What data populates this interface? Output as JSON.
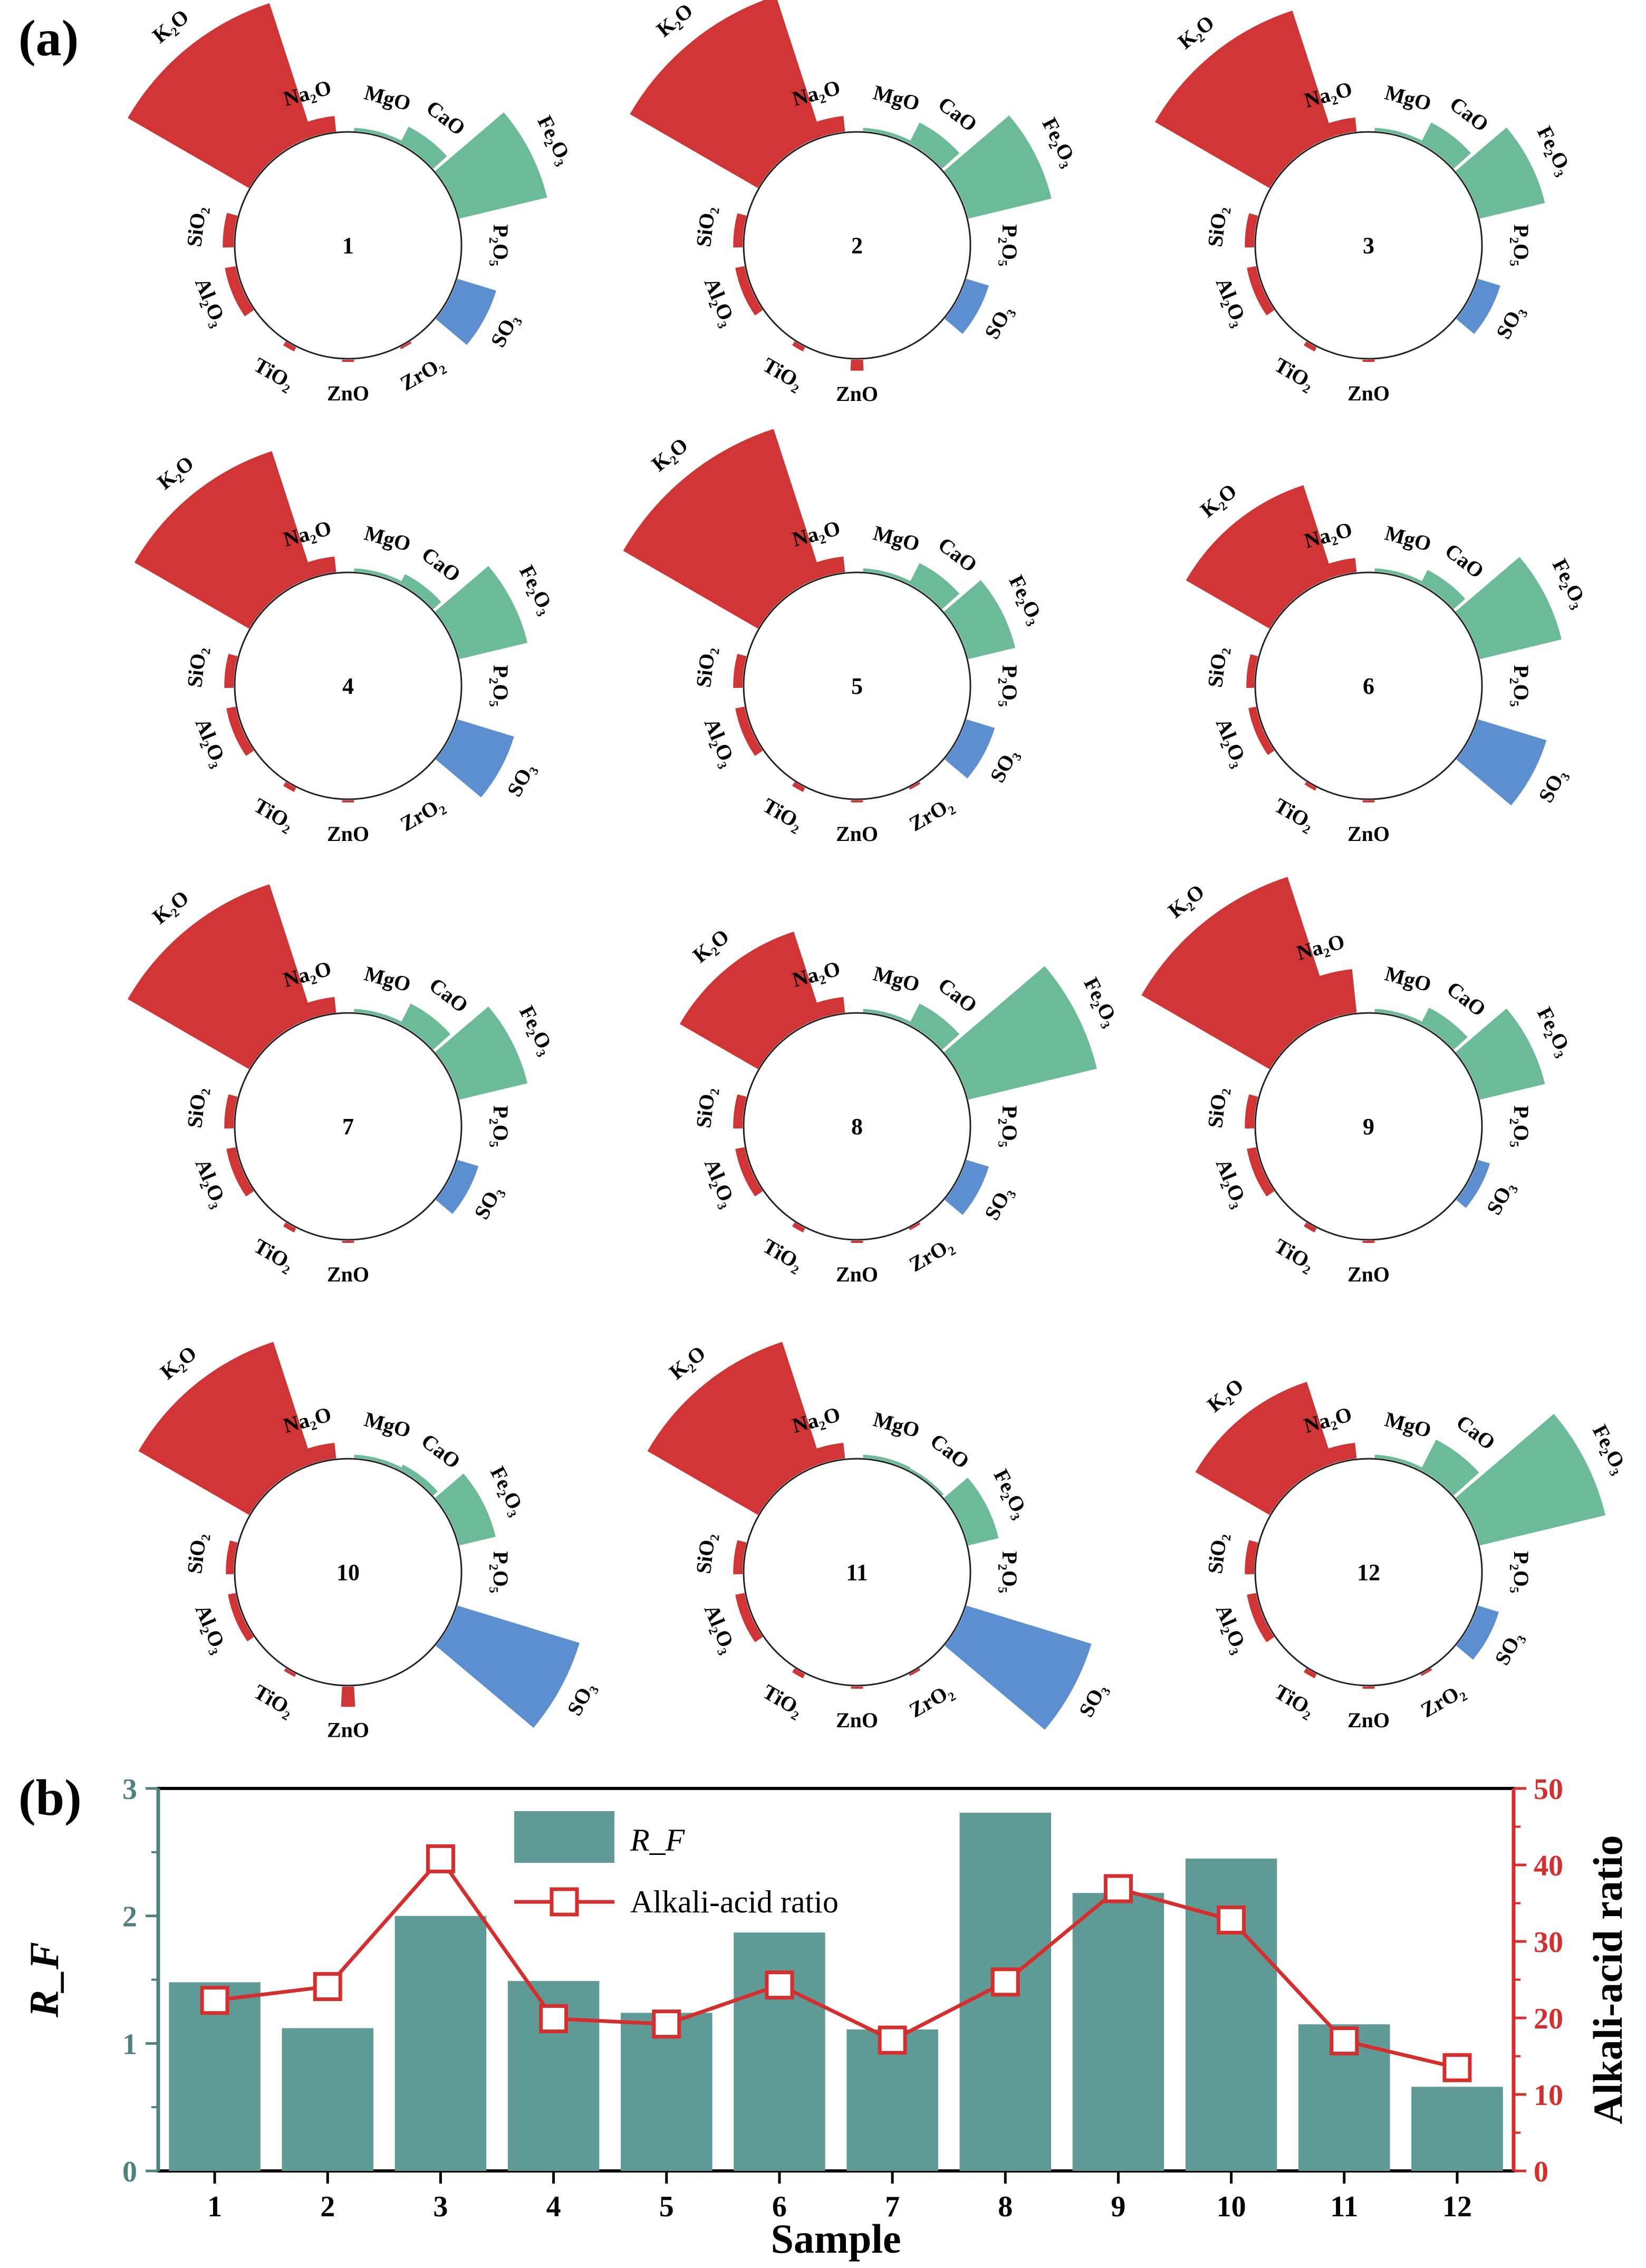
{
  "panel_labels": {
    "a": "(a)",
    "b": "(b)"
  },
  "colors": {
    "alkali": "#d13434",
    "acid_red": "#d13434",
    "green": "#6cbb98",
    "blue": "#5b8fcf",
    "bar": "#5f9a97",
    "line": "#d62d2d",
    "left_axis": "#4f817f",
    "right_axis": "#d62d2d"
  },
  "chart_data": [
    {
      "type": "radial-bar",
      "panel": "a",
      "element_order": [
        "K₂O",
        "Na₂O",
        "MgO",
        "CaO",
        "Fe₂O₃",
        "P₂O₅",
        "SO₃",
        "ZrO₂",
        "ZnO",
        "TiO₂",
        "Al₂O₃",
        "SiO₂"
      ],
      "element_colors": [
        "#d13434",
        "#d13434",
        "#6cbb98",
        "#6cbb98",
        "#6cbb98",
        "#6cbb98",
        "#5b8fcf",
        "#d13434",
        "#d13434",
        "#d13434",
        "#d13434",
        "#d13434"
      ],
      "samples": [
        {
          "label": "1",
          "values": [
            0.9,
            0.1,
            0.02,
            0.12,
            0.58,
            0.0,
            0.26,
            0.01,
            0.01,
            0.03,
            0.07,
            0.07
          ],
          "shown": [
            1,
            1,
            1,
            1,
            1,
            1,
            1,
            1,
            1,
            1,
            1,
            1
          ]
        },
        {
          "label": "2",
          "values": [
            0.95,
            0.1,
            0.02,
            0.15,
            0.55,
            0.0,
            0.15,
            0.0,
            0.07,
            0.03,
            0.06,
            0.06
          ],
          "shown": [
            1,
            1,
            1,
            1,
            1,
            1,
            1,
            0,
            1,
            1,
            1,
            1
          ]
        },
        {
          "label": "3",
          "values": [
            0.85,
            0.09,
            0.02,
            0.15,
            0.43,
            0.0,
            0.15,
            0.0,
            0.01,
            0.03,
            0.06,
            0.06
          ],
          "shown": [
            1,
            1,
            1,
            1,
            1,
            1,
            1,
            0,
            1,
            1,
            1,
            1
          ]
        },
        {
          "label": "4",
          "values": [
            0.85,
            0.1,
            0.02,
            0.07,
            0.45,
            0.0,
            0.38,
            0.0,
            0.01,
            0.03,
            0.06,
            0.06
          ],
          "shown": [
            1,
            1,
            1,
            1,
            1,
            1,
            1,
            1,
            1,
            1,
            1,
            1
          ]
        },
        {
          "label": "5",
          "values": [
            1.0,
            0.1,
            0.02,
            0.15,
            0.31,
            0.0,
            0.19,
            0.01,
            0.01,
            0.03,
            0.06,
            0.06
          ],
          "shown": [
            1,
            1,
            1,
            1,
            1,
            1,
            1,
            1,
            1,
            1,
            1,
            1
          ]
        },
        {
          "label": "6",
          "values": [
            0.62,
            0.09,
            0.02,
            0.1,
            0.54,
            0.0,
            0.46,
            0.0,
            0.01,
            0.02,
            0.05,
            0.05
          ],
          "shown": [
            1,
            1,
            1,
            1,
            1,
            1,
            1,
            0,
            1,
            1,
            1,
            1
          ]
        },
        {
          "label": "7",
          "values": [
            0.9,
            0.1,
            0.02,
            0.15,
            0.45,
            0.0,
            0.14,
            0.0,
            0.01,
            0.03,
            0.06,
            0.06
          ],
          "shown": [
            1,
            1,
            1,
            1,
            1,
            1,
            1,
            0,
            1,
            1,
            1,
            1
          ]
        },
        {
          "label": "8",
          "values": [
            0.58,
            0.1,
            0.02,
            0.15,
            0.85,
            0.0,
            0.15,
            0.01,
            0.01,
            0.03,
            0.06,
            0.06
          ],
          "shown": [
            1,
            1,
            1,
            1,
            1,
            1,
            1,
            1,
            1,
            1,
            1,
            1
          ]
        },
        {
          "label": "9",
          "values": [
            0.95,
            0.28,
            0.02,
            0.12,
            0.43,
            0.0,
            0.08,
            0.0,
            0.01,
            0.03,
            0.06,
            0.06
          ],
          "shown": [
            1,
            1,
            1,
            1,
            1,
            1,
            1,
            0,
            1,
            1,
            1,
            1
          ]
        },
        {
          "label": "10",
          "values": [
            0.82,
            0.1,
            0.02,
            0.04,
            0.24,
            0.0,
            0.82,
            0.0,
            0.13,
            0.02,
            0.05,
            0.05
          ],
          "shown": [
            1,
            1,
            1,
            1,
            1,
            1,
            1,
            0,
            1,
            1,
            1,
            1
          ]
        },
        {
          "label": "11",
          "values": [
            0.82,
            0.1,
            0.02,
            0.01,
            0.2,
            0.0,
            0.84,
            0.01,
            0.01,
            0.03,
            0.06,
            0.06
          ],
          "shown": [
            1,
            1,
            1,
            1,
            1,
            1,
            1,
            1,
            1,
            1,
            1,
            1
          ]
        },
        {
          "label": "12",
          "values": [
            0.55,
            0.1,
            0.02,
            0.22,
            0.83,
            0.0,
            0.14,
            0.01,
            0.01,
            0.03,
            0.06,
            0.06
          ],
          "shown": [
            1,
            1,
            1,
            1,
            1,
            1,
            1,
            1,
            1,
            1,
            1,
            1
          ]
        }
      ]
    },
    {
      "type": "bar",
      "panel": "b",
      "categories": [
        "1",
        "2",
        "3",
        "4",
        "5",
        "6",
        "7",
        "8",
        "9",
        "10",
        "11",
        "12"
      ],
      "series": [
        {
          "name": "R_F",
          "axis": "left",
          "values": [
            1.48,
            1.12,
            2.0,
            1.49,
            1.24,
            1.87,
            1.11,
            2.81,
            2.18,
            2.45,
            1.15,
            0.66
          ]
        },
        {
          "name": "Alkali-acid ratio",
          "type": "line",
          "axis": "right",
          "values": [
            22.3,
            24.1,
            40.8,
            19.9,
            19.2,
            24.3,
            17.1,
            24.7,
            36.9,
            32.8,
            17.0,
            13.5
          ]
        }
      ],
      "xlabel": "Sample",
      "ylabel_left": "R_F",
      "ylabel_right": "Alkali-acid ratio",
      "ylim_left": [
        0,
        3
      ],
      "ylim_right": [
        0,
        50
      ],
      "yticks_left": [
        "0",
        "1",
        "2",
        "3"
      ],
      "yticks_right": [
        "0",
        "10",
        "20",
        "30",
        "40",
        "50"
      ],
      "legend_position": "top-left",
      "grid": false
    }
  ]
}
